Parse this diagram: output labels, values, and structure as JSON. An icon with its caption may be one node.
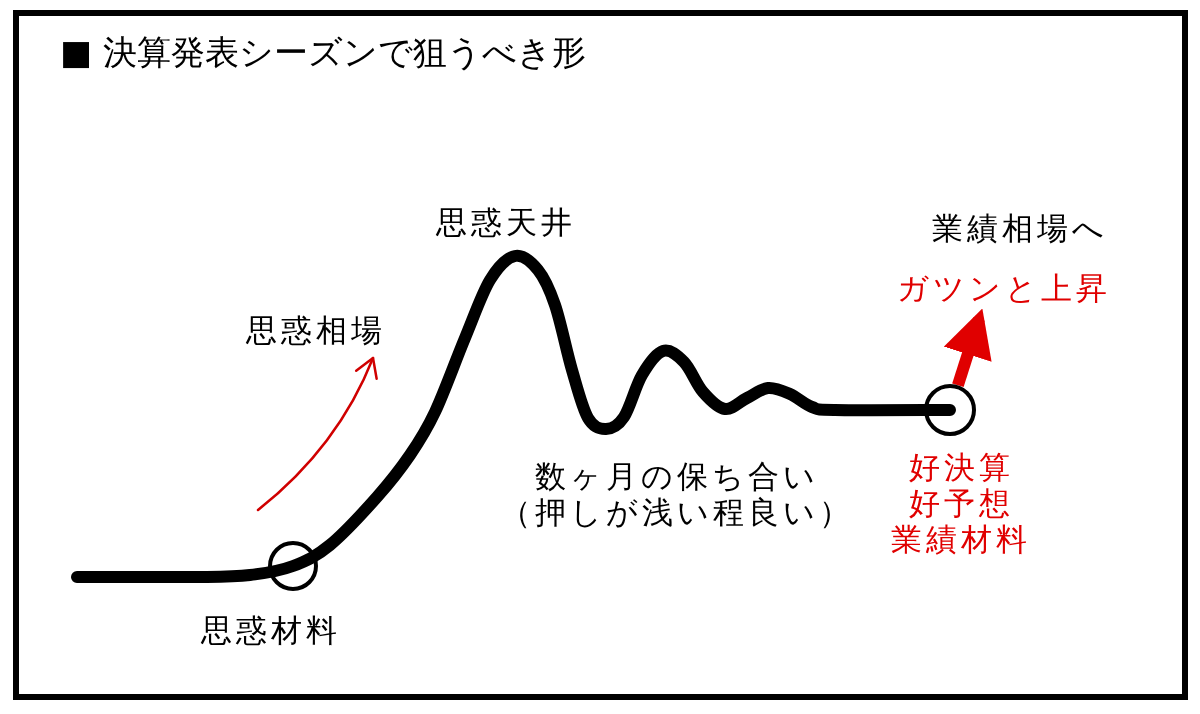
{
  "diagram": {
    "title": "■ 決算発表シーズンで狙うべき形",
    "nodes": [
      {
        "text": [],
        "shape": "circle",
        "beside": [
          "思惑材料"
        ]
      },
      {
        "text": [],
        "shape": "circle",
        "beside": [
          "好決算",
          "好予想",
          "業績材料"
        ]
      },
      {
        "text": [
          "ガツンと上昇"
        ]
      }
    ],
    "edges": [
      {
        "from": 1,
        "to": 2,
        "arrow": "to",
        "color": "#e00000"
      }
    ],
    "labels": [
      "思惑天井",
      "業績相場へ",
      "思惑相場",
      "数ヶ月の保ち合い",
      "（押しが浅い程良い）"
    ]
  }
}
